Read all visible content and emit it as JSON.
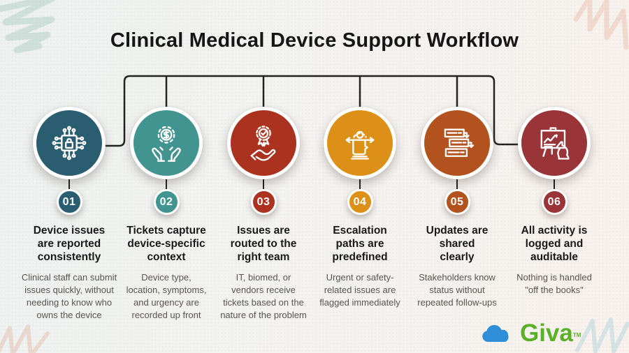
{
  "title": "Clinical Medical Device Support Workflow",
  "steps": [
    {
      "number": "01",
      "color": "#2b5d70",
      "icon": "circuit-lock-icon",
      "heading": "Device issues\nare reported\nconsistently",
      "description": "Clinical staff can submit\nissues quickly, without\nneeding to know who\nowns the device"
    },
    {
      "number": "02",
      "color": "#429490",
      "icon": "hands-gear-dollar-icon",
      "heading": "Tickets capture\ndevice-specific\ncontext",
      "description": "Device type,\nlocation, symptoms,\nand urgency are\nrecorded up front"
    },
    {
      "number": "03",
      "color": "#ac3220",
      "icon": "hand-award-icon",
      "heading": "Issues are\nrouted to the\nright team",
      "description": "IT, biomed, or\nvendors receive\ntickets based on the\nnature of the problem"
    },
    {
      "number": "04",
      "color": "#dd9017",
      "icon": "head-gear-arrows-icon",
      "heading": "Escalation\npaths are\npredefined",
      "description": "Urgent or safety-\nrelated issues are\nflagged immediately"
    },
    {
      "number": "05",
      "color": "#b1521f",
      "icon": "stacked-tickets-icon",
      "heading": "Updates are\nshared\nclearly",
      "description": "Stakeholders know\nstatus without\nrepeated follow-ups"
    },
    {
      "number": "06",
      "color": "#993439",
      "icon": "strategy-board-knight-icon",
      "heading": "All activity is\nlogged and\nauditable",
      "description": "Nothing is handled\n\"off the books\""
    }
  ],
  "logo": {
    "brand": "Giva",
    "trademark": "TM",
    "cloud_color": "#2e8fd8",
    "text_color": "#5cb029"
  },
  "connector_color": "#222222"
}
